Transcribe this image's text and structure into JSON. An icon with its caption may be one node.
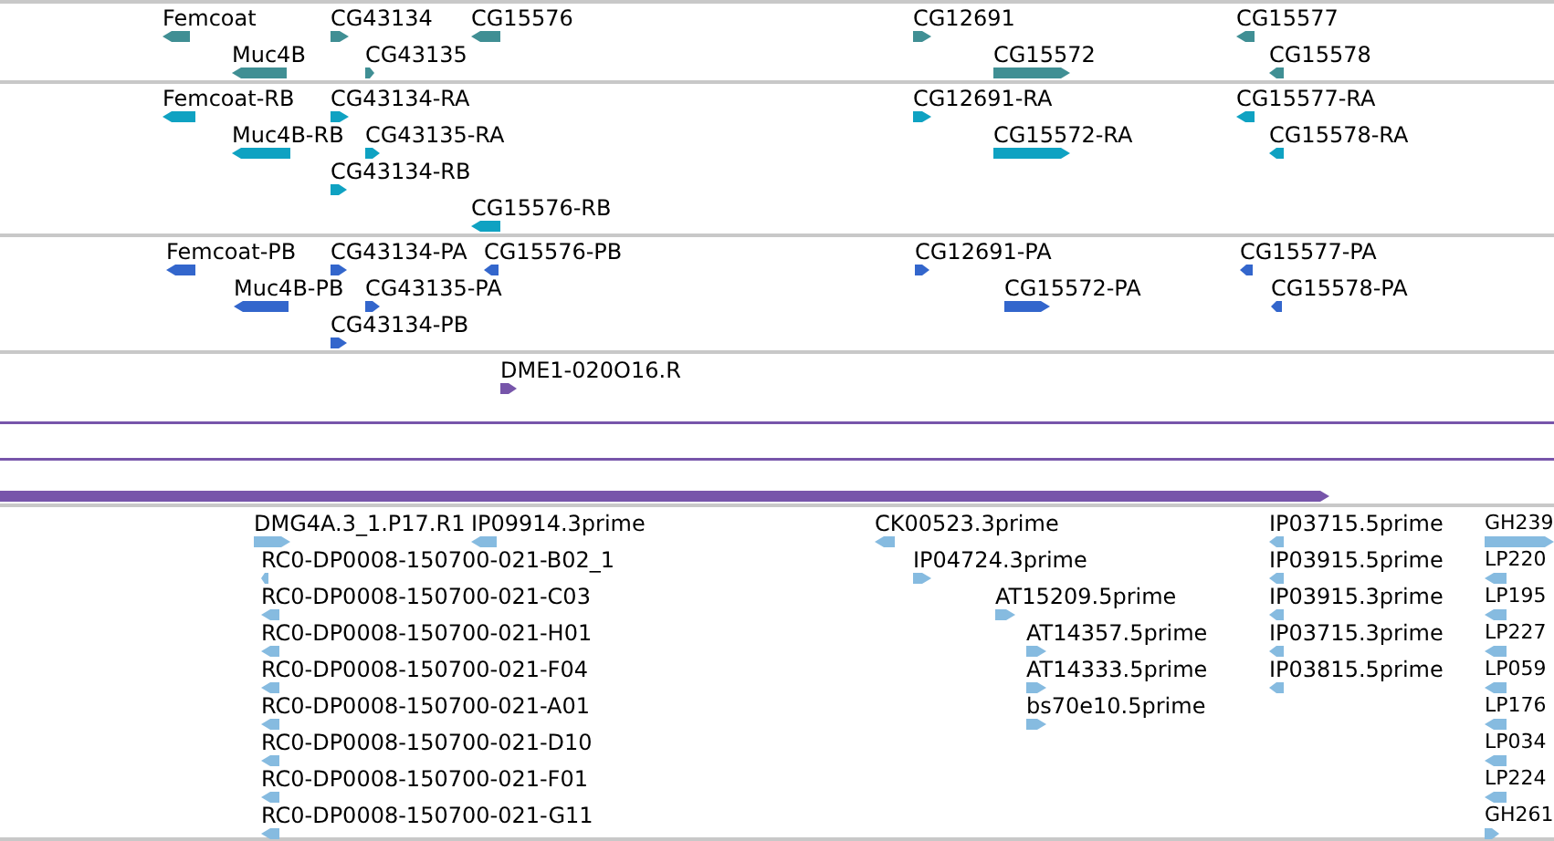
{
  "diagram": {
    "labels": [
      "Femcoat",
      "CG43134",
      "CG15576",
      "CG12691",
      "CG15577",
      "Muc4B",
      "CG43135",
      "CG15572",
      "CG15578",
      "Femcoat-RB",
      "CG43134-RA",
      "CG12691-RA",
      "CG15577-RA",
      "Muc4B-RB",
      "CG43135-RA",
      "CG15572-RA",
      "CG15578-RA",
      "CG43134-RB",
      "CG15576-RB",
      "Femcoat-PB",
      "CG43134-PA",
      "CG15576-PB",
      "CG12691-PA",
      "CG15577-PA",
      "Muc4B-PB",
      "CG43135-PA",
      "CG15572-PA",
      "CG15578-PA",
      "CG43134-PB",
      "DME1-020O16.R",
      "DMG4A.3_1.P17.R1",
      "IP09914.3prime",
      "CK00523.3prime",
      "IP03715.5prime",
      "GH239",
      "RC0-DP0008-150700-021-B02_1",
      "IP04724.3prime",
      "IP03915.5prime",
      "LP220",
      "RC0-DP0008-150700-021-C03",
      "AT15209.5prime",
      "IP03915.3prime",
      "LP195",
      "RC0-DP0008-150700-021-H01",
      "AT14357.5prime",
      "IP03715.3prime",
      "LP227",
      "RC0-DP0008-150700-021-F04",
      "AT14333.5prime",
      "IP03815.5prime",
      "LP059",
      "RC0-DP0008-150700-021-A01",
      "bs70e10.5prime",
      "LP176",
      "RC0-DP0008-150700-021-D10",
      "LP034",
      "RC0-DP0008-150700-021-F01",
      "LP224",
      "RC0-DP0008-150700-021-G11",
      "GH261"
    ]
  }
}
